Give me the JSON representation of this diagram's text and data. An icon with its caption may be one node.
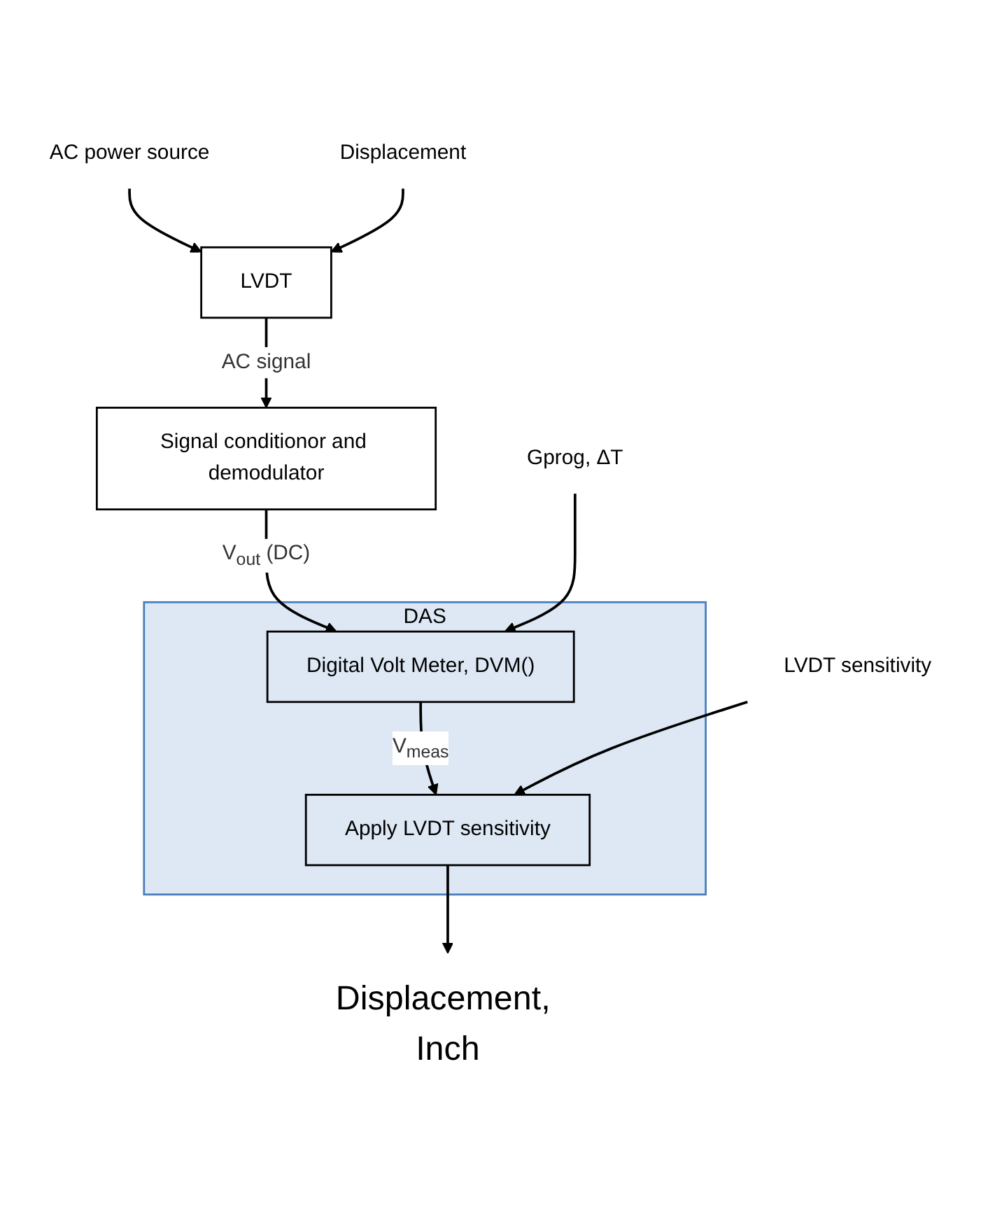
{
  "diagram": {
    "nodes": [
      {
        "text": [
          "AC power source"
        ]
      },
      {
        "text": [
          "LVDT"
        ]
      },
      {
        "text": [
          "Displacement"
        ]
      },
      {
        "text": [
          "Signal conditionor and demodulator"
        ]
      },
      {
        "text": [
          "DAS"
        ]
      },
      {
        "text": [
          "Digital Volt Meter, DVM()"
        ],
        "in": 4
      },
      {
        "text": [
          "Gprog, ΔT"
        ]
      },
      {
        "text": [
          "Apply LVDT sensitivity"
        ],
        "in": 4
      },
      {
        "text": [
          "LVDT sensitivity"
        ]
      },
      {
        "text": [
          "Displacement, Inch"
        ]
      }
    ],
    "edges": [
      {
        "from": 0,
        "to": 1,
        "arrow": "to"
      },
      {
        "from": 2,
        "to": 1,
        "arrow": "to"
      },
      {
        "from": 1,
        "to": 3,
        "arrow": "to",
        "label": "AC signal"
      },
      {
        "from": 3,
        "to": 5,
        "arrow": "to",
        "label": "V$_{out}$ (DC)"
      },
      {
        "from": 6,
        "to": 5,
        "arrow": "to"
      },
      {
        "from": 5,
        "to": 7,
        "arrow": "to",
        "label": "V$_{meas}$"
      },
      {
        "from": 8,
        "to": 7,
        "arrow": "to"
      },
      {
        "from": 7,
        "to": 9,
        "arrow": "to"
      }
    ]
  }
}
